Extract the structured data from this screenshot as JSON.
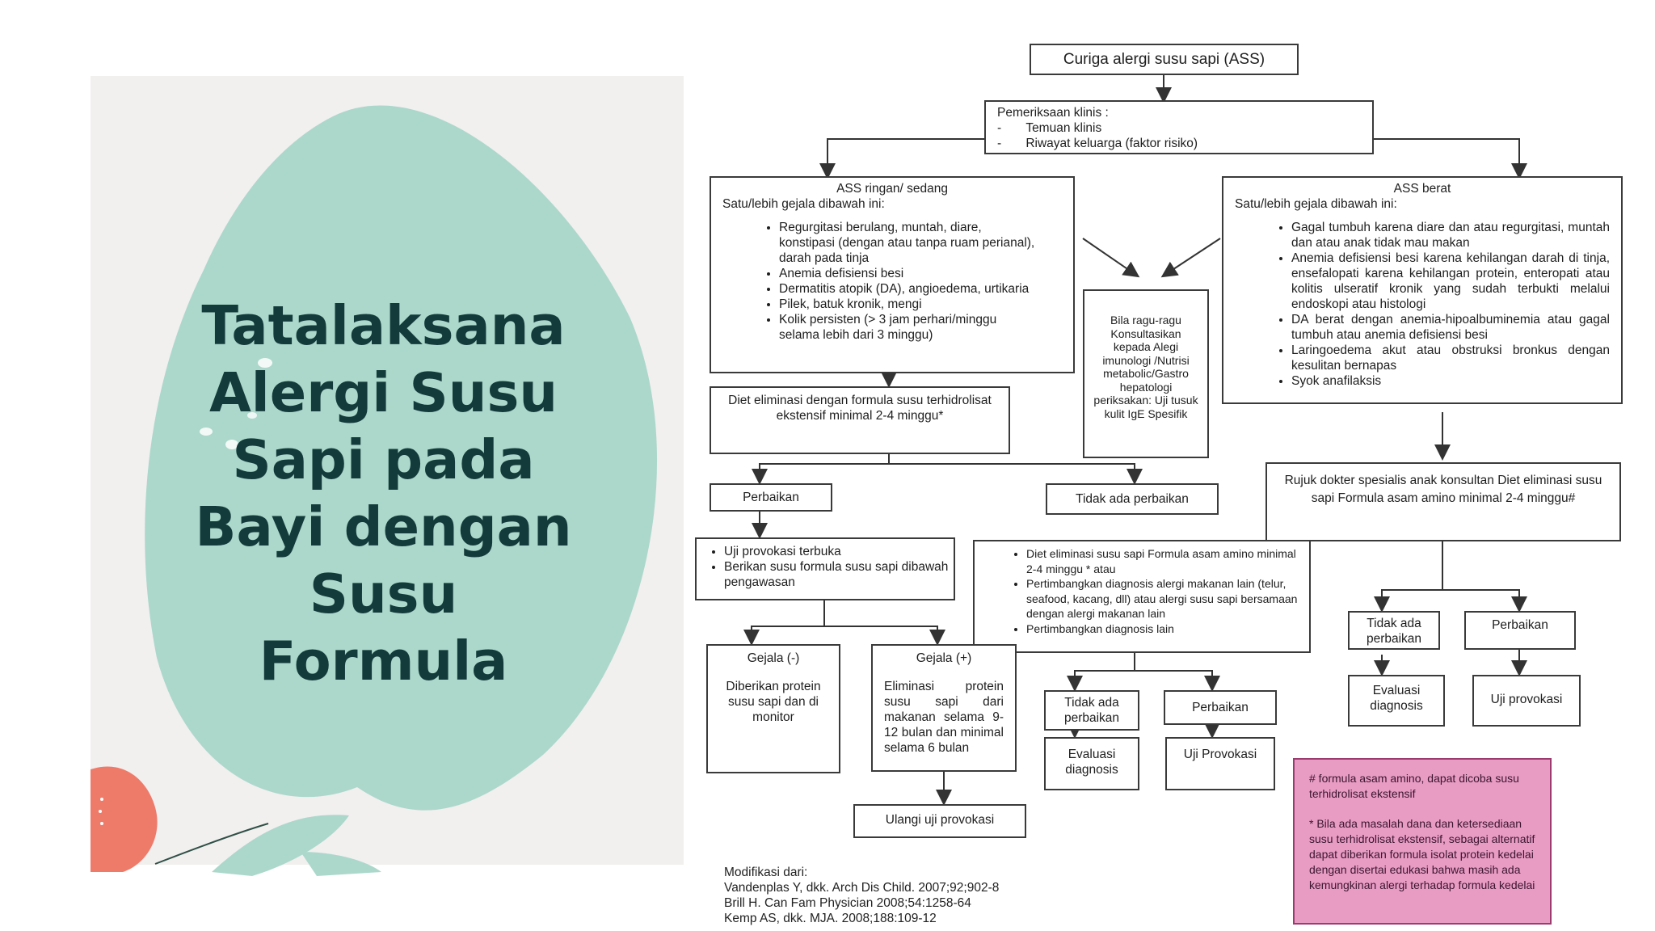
{
  "slide": {
    "title": "Tatalaksana Alergi Susu Sapi pada Bayi dengan Susu Formula"
  },
  "colors": {
    "blob": "#acd8cb",
    "panel": "#f2efef",
    "title": "#143b3b",
    "accent_red": "#ee7b6a",
    "note_pink": "#e89cc4"
  },
  "flowchart": {
    "start": "Curiga alergi susu sapi (ASS)",
    "exam": {
      "title": "Pemeriksaan klinis :",
      "items": [
        "Temuan klinis",
        "Riwayat keluarga (faktor  risiko)"
      ]
    },
    "mild": {
      "title": "ASS ringan/ sedang",
      "subtitle": "Satu/lebih gejala dibawah ini:",
      "items": [
        "Regurgitasi berulang, muntah, diare, konstipasi (dengan atau tanpa ruam perianal), darah pada tinja",
        "Anemia defisiensi besi",
        "Dermatitis atopik (DA), angioedema, urtikaria",
        "Pilek, batuk kronik, mengi",
        "Kolik persisten (> 3 jam perhari/minggu selama lebih dari 3 minggu)"
      ]
    },
    "severe": {
      "title": "ASS berat",
      "subtitle": "Satu/lebih gejala dibawah ini:",
      "items": [
        "Gagal tumbuh karena diare dan atau regurgitasi, muntah dan atau anak tidak mau makan",
        "Anemia defisiensi besi karena kehilangan darah di tinja, ensefalopati karena kehilangan protein, enteropati atau kolitis ulseratif kronik yang sudah terbukti melalui endoskopi atau histologi",
        "DA berat dengan anemia-hipoalbuminemia atau gagal tumbuh atau anemia defisiensi besi",
        "Laringoedema akut atau obstruksi bronkus dengan kesulitan bernapas",
        "Syok anafilaksis"
      ]
    },
    "consult": "Bila ragu-ragu Konsultasikan kepada Alegi imunologi /Nutrisi metabolic/Gastro hepatologi periksakan: Uji tusuk kulit IgE Spesifik",
    "diet_mild": "Diet  eliminasi dengan formula susu terhidrolisat  ekstensif minimal 2-4 minggu*",
    "improve_left": "Perbaikan",
    "no_improve_mid": "Tidak ada perbaikan",
    "provocation": [
      "Uji provokasi terbuka",
      "Berikan susu formula susu sapi dibawah pengawasan"
    ],
    "symptom_neg": {
      "title": "Gejala (-)",
      "body": "Diberikan protein susu sapi dan di monitor"
    },
    "symptom_pos": {
      "title": "Gejala (+)",
      "body": "Eliminasi protein susu sapi dari makanan selama 9-12 bulan dan minimal selama 6 bulan"
    },
    "repeat": "Ulangi uji provokasi",
    "mid_options": [
      "Diet eliminasi susu sapi Formula asam amino minimal 2-4 minggu * atau",
      "Pertimbangkan diagnosis alergi makanan lain (telur, seafood, kacang, dll) atau alergi susu sapi bersamaan dengan alergi makanan lain",
      "Pertimbangkan diagnosis lain"
    ],
    "mid_no_improve": "Tidak ada perbaikan",
    "mid_improve": "Perbaikan",
    "mid_eval": "Evaluasi diagnosis",
    "mid_provoke": "Uji Provokasi",
    "refer": "Rujuk dokter spesialis anak konsultan Diet eliminasi susu sapi Formula asam amino minimal 2-4 minggu#",
    "right_no_improve": "Tidak ada perbaikan",
    "right_improve": "Perbaikan",
    "right_eval": "Evaluasi diagnosis",
    "right_provoke": "Uji provokasi",
    "note": {
      "hash": "# formula asam amino, dapat dicoba susu terhidrolisat ekstensif",
      "star": "* Bila ada masalah dana dan ketersediaan susu terhidrolisat ekstensif, sebagai alternatif dapat diberikan formula isolat protein kedelai dengan disertai edukasi bahwa masih ada kemungkinan alergi terhadap formula kedelai"
    },
    "references": {
      "heading": "Modifikasi dari:",
      "lines": [
        "Vandenplas Y, dkk. Arch Dis Child. 2007;92;902-8",
        "Brill H. Can Fam Physician 2008;54:1258-64",
        "Kemp AS, dkk. MJA. 2008;188:109-12"
      ]
    }
  }
}
